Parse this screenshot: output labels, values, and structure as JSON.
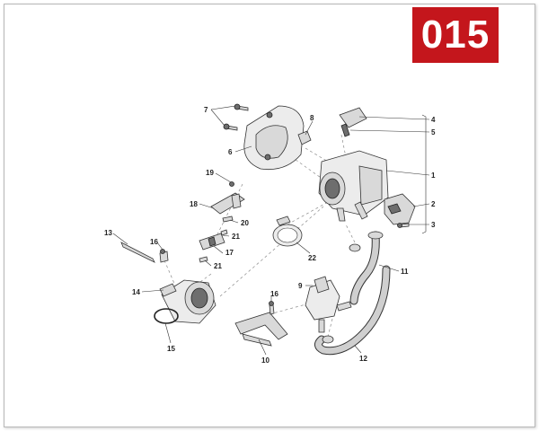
{
  "page_badge": "015",
  "colors": {
    "badge_bg": "#c4161c",
    "badge_text": "#ffffff",
    "frame_border": "#b8b8b8"
  },
  "callouts": {
    "c1": "1",
    "c2": "2",
    "c3": "3",
    "c4": "4",
    "c5": "5",
    "c6": "6",
    "c7": "7",
    "c8": "8",
    "c9": "9",
    "c10": "10",
    "c11": "11",
    "c12": "12",
    "c13": "13",
    "c14": "14",
    "c15": "15",
    "c16a": "16",
    "c16b": "16",
    "c17": "17",
    "c18": "18",
    "c19": "19",
    "c20": "20",
    "c21a": "21",
    "c21b": "21",
    "c22": "22"
  }
}
